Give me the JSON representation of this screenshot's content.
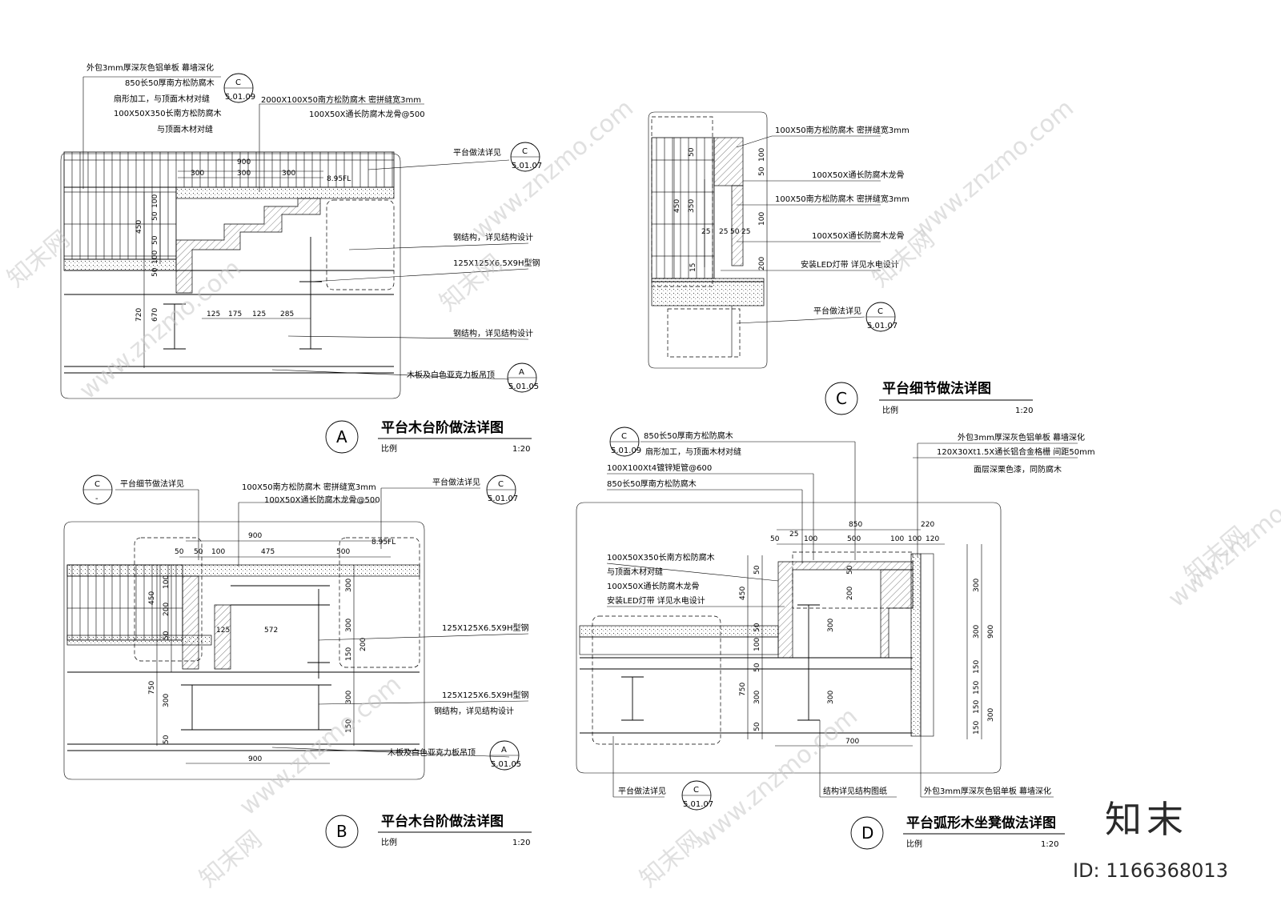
{
  "watermark": {
    "text": "www.znzmo.com",
    "brand": "知末网"
  },
  "logo": {
    "text": "知末",
    "id_label": "ID: 1166368013"
  },
  "details": {
    "A": {
      "letter": "A",
      "title": "平台木台阶做法详图",
      "scale_label": "比例",
      "scale": "1:20",
      "notes": [
        "外包3mm厚深灰色铝单板  幕墙深化",
        "850长50厚南方松防腐木",
        "扇形加工，与顶面木材对缝",
        "100X50X350长南方松防腐木",
        "与顶面木材对缝",
        "2000X100X50南方松防腐木  密拼缝宽3mm",
        "100X50X通长防腐木龙骨@500",
        "平台做法详见",
        "钢结构，详见结构设计",
        "125X125X6.5X9H型钢",
        "钢结构，详见结构设计",
        "木板及白色亚克力板吊顶"
      ],
      "refs": [
        {
          "top": "C",
          "bottom": "5.01.09"
        },
        {
          "top": "C",
          "bottom": "5.01.07"
        },
        {
          "top": "A",
          "bottom": "5.01.05"
        }
      ],
      "dims": [
        "900",
        "300",
        "300",
        "300",
        "8.95FL",
        "50",
        "100",
        "450",
        "50",
        "100",
        "50",
        "720",
        "670",
        "125",
        "175",
        "125",
        "285"
      ]
    },
    "B": {
      "letter": "B",
      "title": "平台木台阶做法详图",
      "scale_label": "比例",
      "scale": "1:20",
      "notes": [
        "平台细节做法详见",
        "100X50南方松防腐木  密拼缝宽3mm",
        "100X50X通长防腐木龙骨@500",
        "平台做法详见",
        "125X125X6.5X9H型钢",
        "125X125X6.5X9H型钢",
        "钢结构，详见结构设计",
        "木板及白色亚克力板吊顶"
      ],
      "refs": [
        {
          "top": "C",
          "bottom": "-"
        },
        {
          "top": "C",
          "bottom": "5.01.07"
        },
        {
          "top": "A",
          "bottom": "5.01.05"
        }
      ],
      "dims": [
        "900",
        "50",
        "50",
        "100",
        "475",
        "500",
        "8.95FL",
        "450",
        "100",
        "200",
        "50",
        "125",
        "572",
        "300",
        "300",
        "150",
        "200",
        "750",
        "300",
        "300",
        "150",
        "50",
        "900"
      ]
    },
    "C": {
      "letter": "C",
      "title": "平台细节做法详图",
      "scale_label": "比例",
      "scale": "1:20",
      "notes": [
        "100X50南方松防腐木  密拼缝宽3mm",
        "100X50X通长防腐木龙骨",
        "100X50南方松防腐木  密拼缝宽3mm",
        "100X50X通长防腐木龙骨",
        "安装LED灯带  详见水电设计",
        "平台做法详见"
      ],
      "refs": [
        {
          "top": "C",
          "bottom": "5.01.07"
        }
      ],
      "dims": [
        "50",
        "450",
        "350",
        "25",
        "25",
        "50",
        "25",
        "15",
        "50",
        "100",
        "200",
        "100"
      ]
    },
    "D": {
      "letter": "D",
      "title": "平台弧形木坐凳做法详图",
      "scale_label": "比例",
      "scale": "1:20",
      "notes": [
        "850长50厚南方松防腐木",
        "扇形加工，与顶面木材对缝",
        "100X100Xt4镀锌矩管@600",
        "850长50厚南方松防腐木",
        "外包3mm厚深灰色铝单板  幕墙深化",
        "120X30Xt1.5X通长铝合金格栅  间距50mm",
        "面层深栗色漆，同防腐木",
        "100X50X350长南方松防腐木",
        "与顶面木材对缝",
        "100X50X通长防腐木龙骨",
        "安装LED灯带  详见水电设计",
        "平台做法详见",
        "结构详见结构图纸",
        "外包3mm厚深灰色铝单板  幕墙深化"
      ],
      "refs": [
        {
          "top": "C",
          "bottom": "5.01.09"
        },
        {
          "top": "C",
          "bottom": "5.01.07"
        }
      ],
      "dims": [
        "850",
        "220",
        "50",
        "25",
        "100",
        "500",
        "100",
        "100",
        "120",
        "450",
        "50",
        "200",
        "50",
        "300",
        "50",
        "100",
        "50",
        "750",
        "300",
        "300",
        "700",
        "50",
        "300",
        "300",
        "900",
        "150",
        "150",
        "150",
        "150",
        "300"
      ]
    }
  },
  "chart_data": null
}
